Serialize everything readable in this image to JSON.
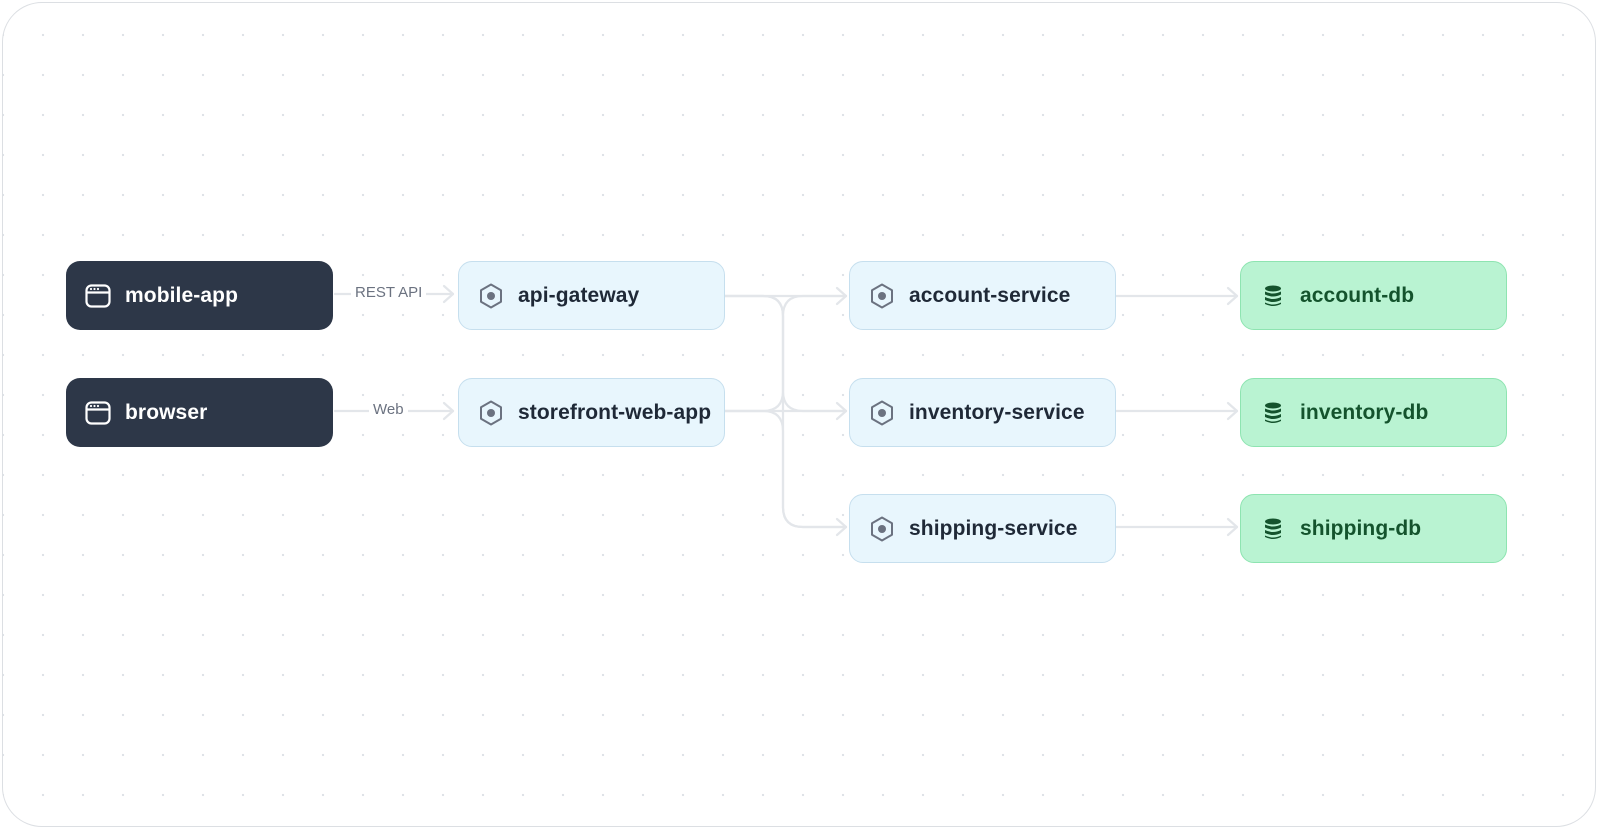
{
  "diagram": {
    "clients": [
      {
        "id": "mobile-app",
        "label": "mobile-app",
        "icon": "browser-window-icon"
      },
      {
        "id": "browser",
        "label": "browser",
        "icon": "browser-window-icon"
      }
    ],
    "frontends": [
      {
        "id": "api-gateway",
        "label": "api-gateway",
        "icon": "hexagon-service-icon"
      },
      {
        "id": "storefront-web-app",
        "label": "storefront-web-app",
        "icon": "hexagon-service-icon"
      }
    ],
    "services": [
      {
        "id": "account-service",
        "label": "account-service",
        "icon": "hexagon-service-icon"
      },
      {
        "id": "inventory-service",
        "label": "inventory-service",
        "icon": "hexagon-service-icon"
      },
      {
        "id": "shipping-service",
        "label": "shipping-service",
        "icon": "hexagon-service-icon"
      }
    ],
    "databases": [
      {
        "id": "account-db",
        "label": "account-db",
        "icon": "database-icon"
      },
      {
        "id": "inventory-db",
        "label": "inventory-db",
        "icon": "database-icon"
      },
      {
        "id": "shipping-db",
        "label": "shipping-db",
        "icon": "database-icon"
      }
    ],
    "edges": [
      {
        "from": "mobile-app",
        "to": "api-gateway",
        "label": "REST API"
      },
      {
        "from": "browser",
        "to": "storefront-web-app",
        "label": "Web"
      },
      {
        "from": "api-gateway",
        "to": "account-service"
      },
      {
        "from": "api-gateway",
        "to": "inventory-service"
      },
      {
        "from": "api-gateway",
        "to": "shipping-service"
      },
      {
        "from": "storefront-web-app",
        "to": "account-service"
      },
      {
        "from": "storefront-web-app",
        "to": "inventory-service"
      },
      {
        "from": "storefront-web-app",
        "to": "shipping-service"
      },
      {
        "from": "account-service",
        "to": "account-db"
      },
      {
        "from": "inventory-service",
        "to": "inventory-db"
      },
      {
        "from": "shipping-service",
        "to": "shipping-db"
      }
    ]
  },
  "colors": {
    "client_bg": "#2d3748",
    "service_bg": "#e8f6fd",
    "service_border": "#c6dfee",
    "db_bg": "#b9f3d2",
    "db_text": "#14532d",
    "edge": "#e3e6ea"
  }
}
